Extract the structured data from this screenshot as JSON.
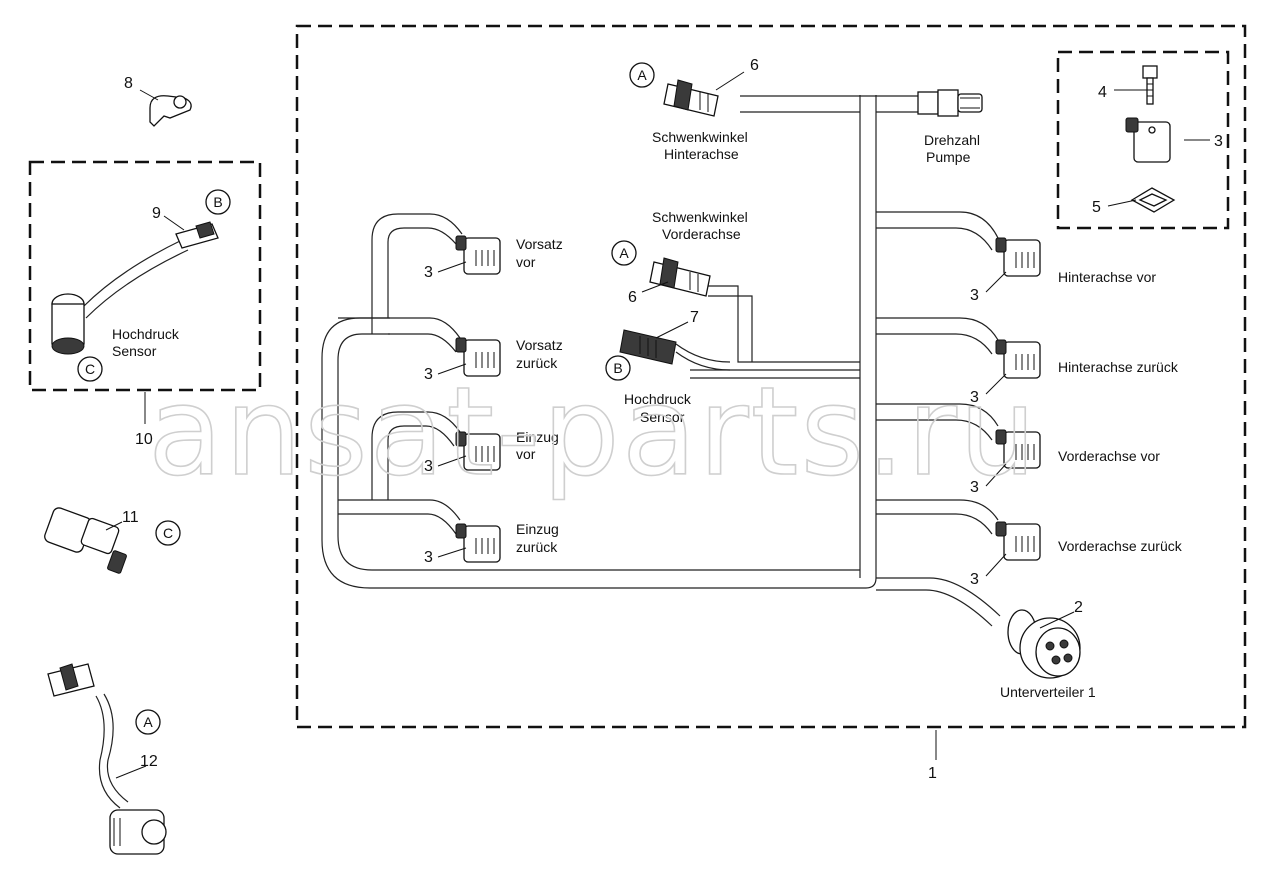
{
  "watermark": "ansat-parts.ru",
  "labels": {
    "schwenkwinkel_hinterachse": [
      "Schwenkwinkel",
      "Hinterachse"
    ],
    "drehzahl_pumpe": [
      "Drehzahl",
      "Pumpe"
    ],
    "schwenkwinkel_vorderachse": [
      "Schwenkwinkel",
      "Vorderachse"
    ],
    "vorsatz_vor": [
      "Vorsatz",
      "vor"
    ],
    "vorsatz_zurueck": [
      "Vorsatz",
      "zurück"
    ],
    "einzug_vor": [
      "Einzug",
      "vor"
    ],
    "einzug_zurueck": [
      "Einzug",
      "zurück"
    ],
    "hochdruck_sensor_main": [
      "Hochdruck",
      "Sensor"
    ],
    "hochdruck_sensor_detail": [
      "Hochdruck",
      "Sensor"
    ],
    "hinterachse_vor": "Hinterachse vor",
    "hinterachse_zurueck": "Hinterachse zurück",
    "vorderachse_vor": "Vorderachse vor",
    "vorderachse_zurueck": "Vorderachse zurück",
    "unterverteiler": "Unterverteiler 1"
  },
  "callouts": {
    "n1": "1",
    "n2": "2",
    "n3": "3",
    "n4": "4",
    "n5": "5",
    "n6": "6",
    "n7": "7",
    "n8": "8",
    "n9": "9",
    "n10": "10",
    "n11": "11",
    "n12": "12"
  },
  "markers": {
    "a": "A",
    "b": "B",
    "c": "C"
  }
}
